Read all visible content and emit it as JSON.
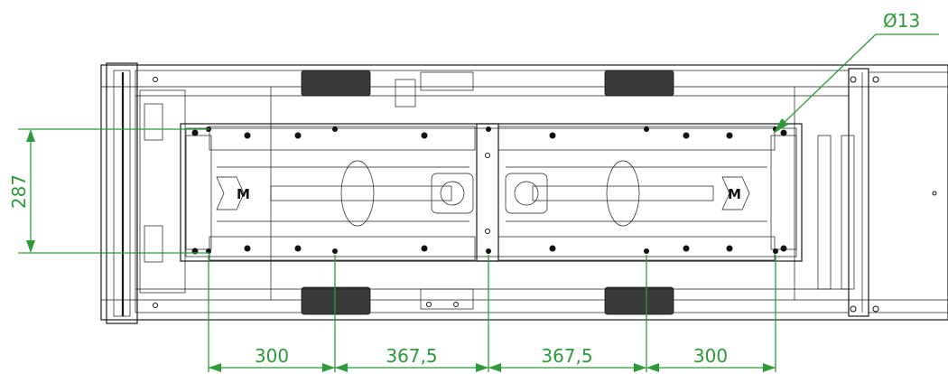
{
  "drawing": {
    "hole_callout": "Ø13",
    "vertical_dimension": "287",
    "horizontal_dimensions": [
      "300",
      "367,5",
      "367,5",
      "300"
    ],
    "dimension_color": "#2e9a3a",
    "line_color": "#1a1a1a",
    "logo_marks": [
      "M",
      "M"
    ]
  }
}
